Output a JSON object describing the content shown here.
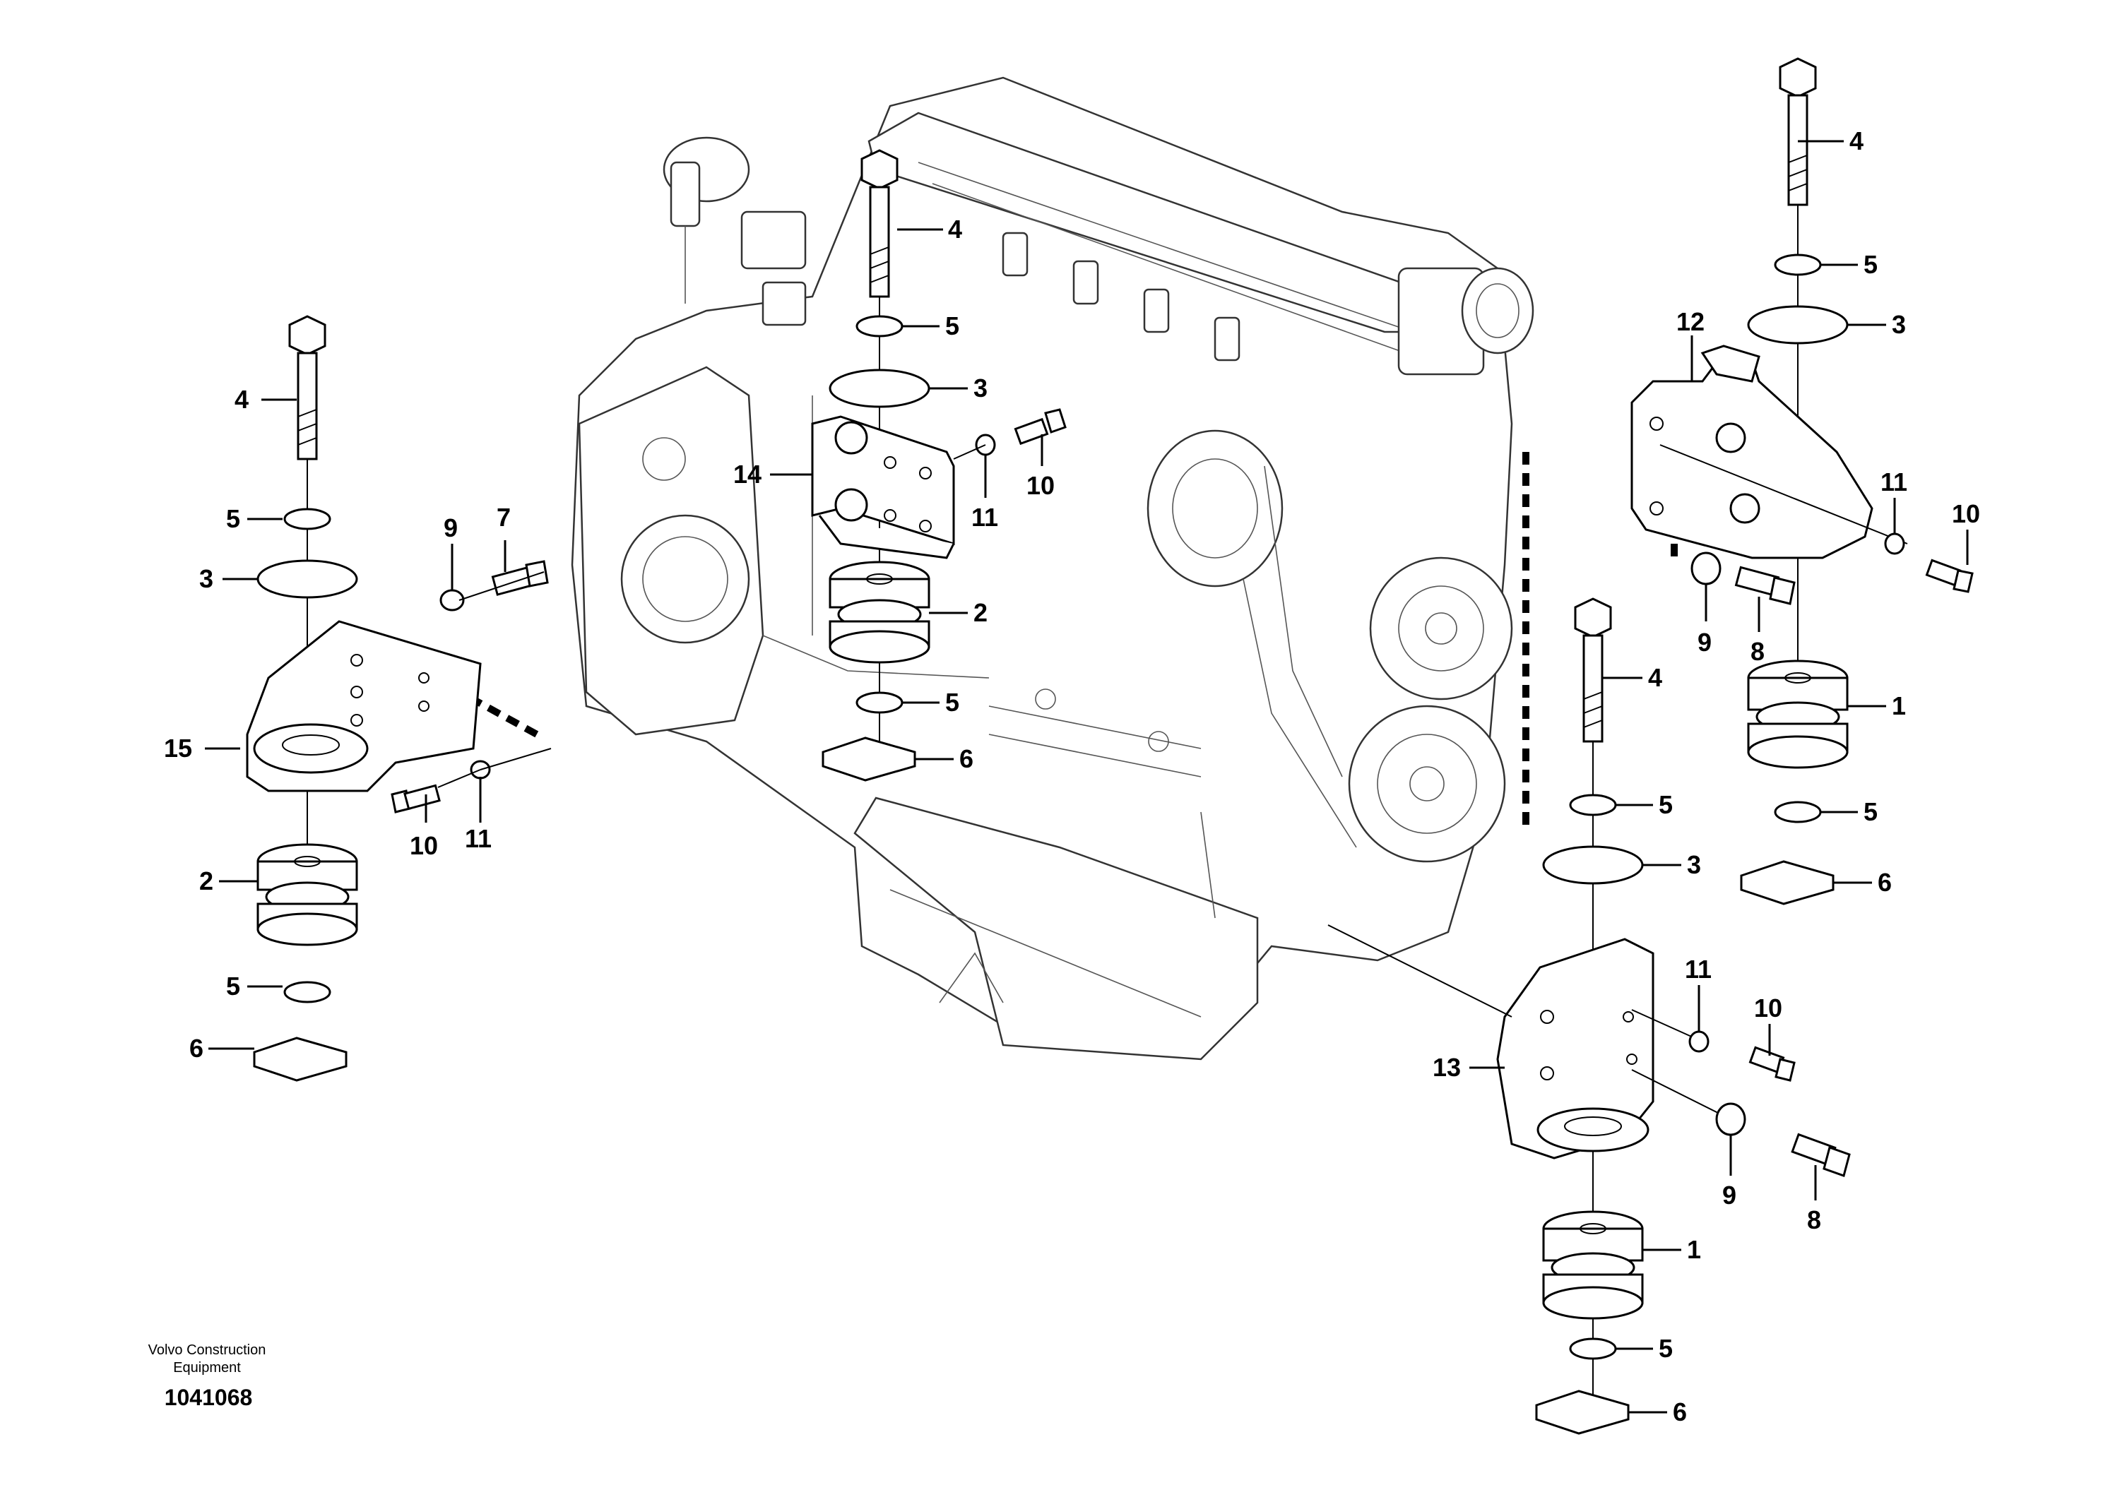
{
  "callouts": {
    "l4": "4",
    "l5": "5",
    "l3": "3",
    "l15": "15",
    "l2": "2",
    "l5b": "5",
    "l6": "6",
    "l9": "9",
    "l7": "7",
    "l10": "10",
    "l11": "11",
    "c4": "4",
    "c5": "5",
    "c3": "3",
    "c14": "14",
    "c11": "11",
    "c10": "10",
    "c2": "2",
    "c5b": "5",
    "c6": "6",
    "r4": "4",
    "r5": "5",
    "r3": "3",
    "r12": "12",
    "r11": "11",
    "r10": "10",
    "r9": "9",
    "r8": "8",
    "r1": "1",
    "r5b": "5",
    "r6": "6",
    "b4": "4",
    "b5": "5",
    "b3": "3",
    "b11": "11",
    "b10": "10",
    "b13": "13",
    "b9": "9",
    "b8": "8",
    "b1": "1",
    "b5b": "5",
    "b6": "6"
  },
  "footer": {
    "brand_line1": "Volvo Construction",
    "brand_line2": "Equipment",
    "doc_number": "1041068"
  }
}
